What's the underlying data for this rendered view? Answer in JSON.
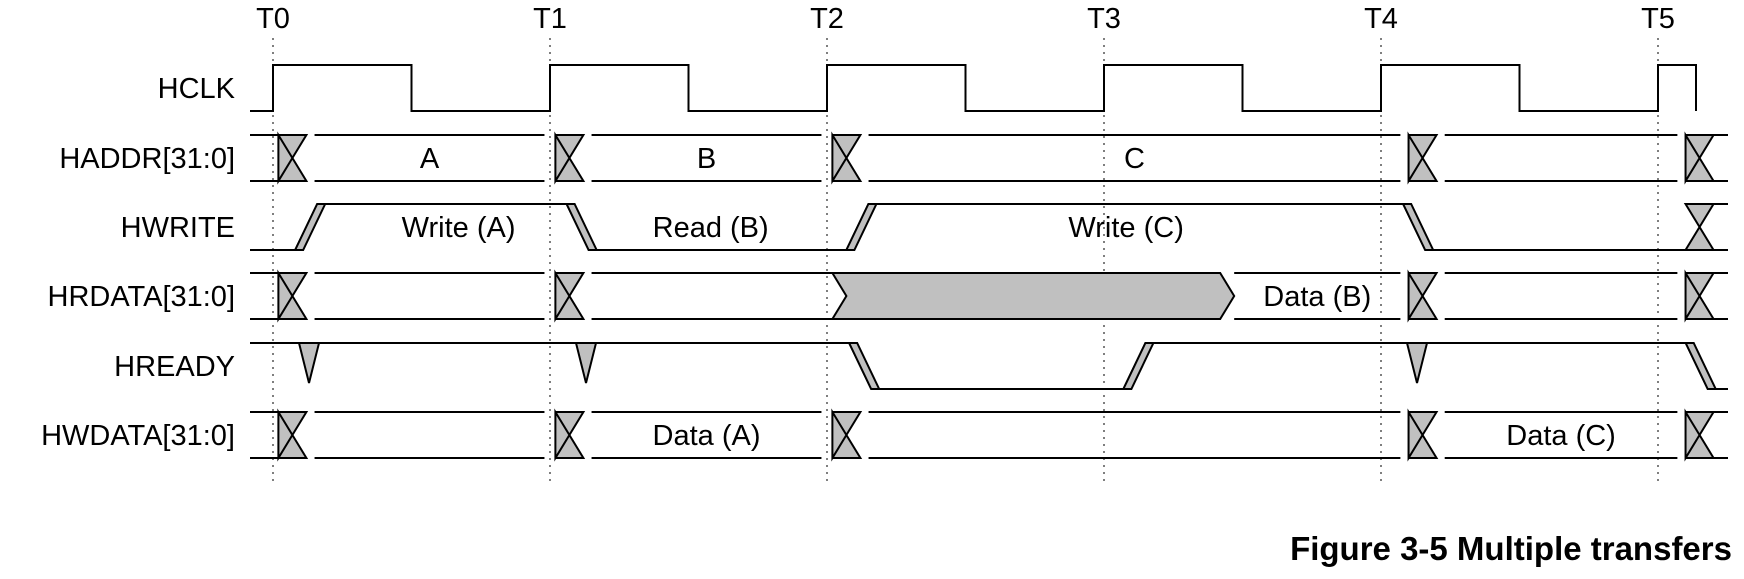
{
  "figure": {
    "caption": "Figure 3-5 Multiple transfers",
    "time_markers": [
      "T0",
      "T1",
      "T2",
      "T3",
      "T4",
      "T5"
    ],
    "signals": [
      {
        "name": "HCLK",
        "kind": "clock",
        "pattern": [
          1,
          0,
          1,
          0,
          1,
          0,
          1,
          0,
          1,
          0,
          1,
          0,
          1
        ]
      },
      {
        "name": "HADDR[31:0]",
        "kind": "bus",
        "segments": [
          {
            "from": 0.15,
            "to": 0.98,
            "label": "A"
          },
          {
            "from": 1.15,
            "to": 1.98,
            "label": "B"
          },
          {
            "from": 2.15,
            "to": 4.07,
            "label": "C"
          },
          {
            "from": 4.23,
            "to": 5.07,
            "label": ""
          }
        ],
        "transitions": [
          0.07,
          1.07,
          2.07,
          4.15,
          5.15
        ]
      },
      {
        "name": "HWRITE",
        "kind": "level",
        "path": [
          [
            0.08,
            0
          ],
          [
            0.16,
            1
          ],
          [
            1.06,
            1
          ],
          [
            1.14,
            0
          ],
          [
            2.07,
            0
          ],
          [
            2.15,
            1
          ],
          [
            4.08,
            1
          ],
          [
            4.16,
            0
          ],
          [
            5.07,
            0
          ]
        ],
        "shades": [
          {
            "at": 0.08,
            "dir": "up"
          },
          {
            "at": 1.06,
            "dir": "down"
          },
          {
            "at": 2.07,
            "dir": "up"
          },
          {
            "at": 4.08,
            "dir": "down"
          }
        ],
        "end_cross": 5.15,
        "labels": [
          {
            "at": 0.67,
            "text": "Write (A)"
          },
          {
            "at": 1.58,
            "text": "Read (B)"
          },
          {
            "at": 3.08,
            "text": "Write (C)"
          }
        ]
      },
      {
        "name": "HRDATA[31:0]",
        "kind": "bus",
        "segments": [
          {
            "from": 0.15,
            "to": 0.98,
            "label": ""
          },
          {
            "from": 1.15,
            "to": 2.07,
            "label": ""
          },
          {
            "from": 3.47,
            "to": 4.07,
            "label": "Data (B)"
          },
          {
            "from": 4.23,
            "to": 5.07,
            "label": ""
          }
        ],
        "shaded": [
          {
            "from": 2.07,
            "to": 3.47
          }
        ],
        "transitions": [
          0.07,
          1.07,
          4.15,
          5.15
        ]
      },
      {
        "name": "HREADY",
        "kind": "level",
        "path": [
          [
            2.08,
            1
          ],
          [
            2.16,
            0
          ],
          [
            3.07,
            0
          ],
          [
            3.15,
            1
          ],
          [
            5.1,
            1
          ],
          [
            5.18,
            0
          ]
        ],
        "shades": [
          {
            "at": 2.08,
            "dir": "down"
          },
          {
            "at": 3.07,
            "dir": "up"
          },
          {
            "at": 5.1,
            "dir": "down"
          }
        ],
        "glitches": [
          0.13,
          1.13,
          4.13
        ]
      },
      {
        "name": "HWDATA[31:0]",
        "kind": "bus",
        "segments": [
          {
            "from": 0.15,
            "to": 0.98,
            "label": ""
          },
          {
            "from": 1.15,
            "to": 1.98,
            "label": "Data (A)"
          },
          {
            "from": 2.15,
            "to": 4.07,
            "label": ""
          },
          {
            "from": 4.23,
            "to": 5.07,
            "label": "Data (C)"
          }
        ],
        "transitions": [
          0.07,
          1.07,
          2.07,
          4.15,
          5.15
        ]
      }
    ]
  }
}
